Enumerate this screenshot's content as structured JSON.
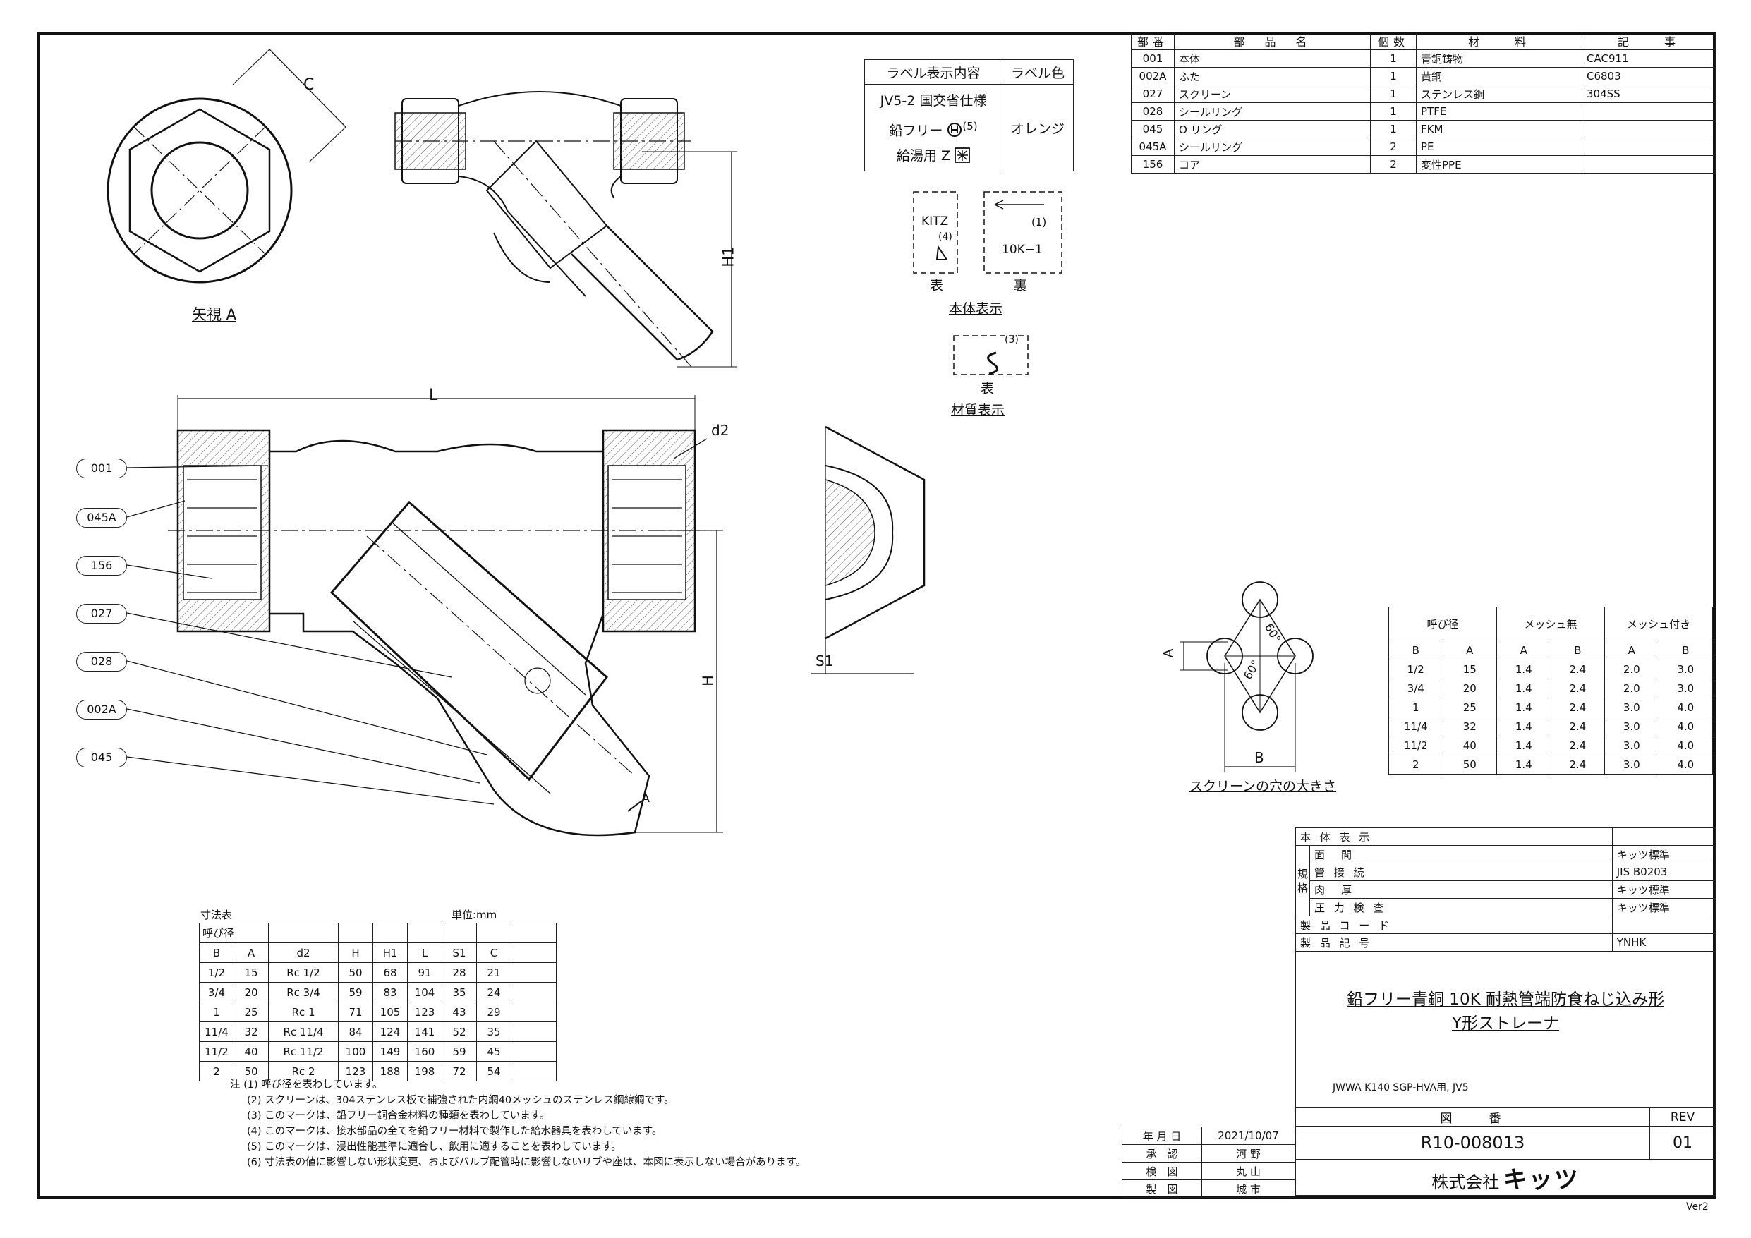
{
  "parts_table": {
    "headers": [
      "部番",
      "部　品　名",
      "個数",
      "材　　料",
      "記　　事"
    ],
    "rows": [
      [
        "001",
        "本体",
        "1",
        "青銅鋳物",
        "CAC911"
      ],
      [
        "002A",
        "ふた",
        "1",
        "黄銅",
        "C6803"
      ],
      [
        "027",
        "スクリーン",
        "1",
        "ステンレス鋼",
        "304SS"
      ],
      [
        "028",
        "シールリング",
        "1",
        "PTFE",
        ""
      ],
      [
        "045",
        "O リング",
        "1",
        "FKM",
        ""
      ],
      [
        "045A",
        "シールリング",
        "2",
        "PE",
        ""
      ],
      [
        "156",
        "コア",
        "2",
        "変性PPE",
        ""
      ]
    ]
  },
  "label_table": {
    "col1_header": "ラベル表示内容",
    "col2_header": "ラベル色",
    "line1": "JV5-2 国交省仕様",
    "line2": "鉛フリー",
    "line2_sup": "(5)",
    "line3": "給湯用 Z",
    "color": "オレンジ"
  },
  "marking": {
    "front_text": "KITZ",
    "front_sup": "(4)",
    "back_sup": "(1)",
    "back_text": "10K−1",
    "front_label": "表",
    "back_label": "裏",
    "body_caption": "本体表示",
    "material_sup": "(3)",
    "material_label": "表",
    "material_caption": "材質表示"
  },
  "view_a_caption": "矢視 A",
  "dimension_labels": {
    "C": "C",
    "H1": "H1",
    "L": "L",
    "d2": "d2",
    "H": "H",
    "S1": "S1",
    "A": "A",
    "B": "B",
    "arrow_a": "A",
    "angle1": "60°",
    "angle2": "60°"
  },
  "callouts": [
    "001",
    "045A",
    "156",
    "027",
    "028",
    "002A",
    "045"
  ],
  "screen_caption": "スクリーンの穴の大きさ",
  "mesh_table": {
    "header1": [
      "呼び径",
      "メッシュ無",
      "メッシュ付き"
    ],
    "header2": [
      "B",
      "A",
      "A",
      "B",
      "A",
      "B"
    ],
    "rows": [
      [
        "1/2",
        "15",
        "1.4",
        "2.4",
        "2.0",
        "3.0"
      ],
      [
        "3/4",
        "20",
        "1.4",
        "2.4",
        "2.0",
        "3.0"
      ],
      [
        "1",
        "25",
        "1.4",
        "2.4",
        "3.0",
        "4.0"
      ],
      [
        "11/4",
        "32",
        "1.4",
        "2.4",
        "3.0",
        "4.0"
      ],
      [
        "11/2",
        "40",
        "1.4",
        "2.4",
        "3.0",
        "4.0"
      ],
      [
        "2",
        "50",
        "1.4",
        "2.4",
        "3.0",
        "4.0"
      ]
    ]
  },
  "dim_table": {
    "title": "寸法表",
    "unit": "単位:mm",
    "nominal": "呼び径",
    "header": [
      "B",
      "A",
      "d2",
      "H",
      "H1",
      "L",
      "S1",
      "C"
    ],
    "rows": [
      [
        "1/2",
        "15",
        "Rc 1/2",
        "50",
        "68",
        "91",
        "28",
        "21"
      ],
      [
        "3/4",
        "20",
        "Rc 3/4",
        "59",
        "83",
        "104",
        "35",
        "24"
      ],
      [
        "1",
        "25",
        "Rc 1",
        "71",
        "105",
        "123",
        "43",
        "29"
      ],
      [
        "11/4",
        "32",
        "Rc 11/4",
        "84",
        "124",
        "141",
        "52",
        "35"
      ],
      [
        "11/2",
        "40",
        "Rc 11/2",
        "100",
        "149",
        "160",
        "59",
        "45"
      ],
      [
        "2",
        "50",
        "Rc 2",
        "123",
        "188",
        "198",
        "72",
        "54"
      ]
    ]
  },
  "notes": [
    "注 (1) 呼び径を表わしています。",
    "(2) スクリーンは、304ステンレス板で補強された内網40メッシュのステンレス鋼線鋼です。",
    "(3) このマークは、鉛フリー銅合金材料の種類を表わしています。",
    "(4) このマークは、接水部品の全てを鉛フリー材料で製作した給水器具を表わしています。",
    "(5) このマークは、浸出性能基準に適合し、飲用に適することを表わしています。",
    "(6) 寸法表の値に影響しない形状変更、およびバルブ配管時に影響しないリブや座は、本図に表示しない場合があります。"
  ],
  "spec_table": {
    "body_marking": "本 体 表 示",
    "group_label": "規格",
    "rows": [
      [
        "面　間",
        "キッツ標準"
      ],
      [
        "管 接 続",
        "JIS  B0203"
      ],
      [
        "肉　厚",
        "キッツ標準"
      ],
      [
        "圧 力 検 査",
        "キッツ標準"
      ]
    ],
    "product_code_label": "製 品 コ ー ド",
    "product_code": "",
    "product_symbol_label": "製 品 記 号",
    "product_symbol": "YNHK"
  },
  "title_block": {
    "title_line1": "鉛フリー青銅 10K 耐熱管端防食ねじ込み形",
    "title_line2": "Y形ストレーナ",
    "subtitle": "JWWA K140 SGP-HVA用, JV5",
    "drawing_no_label": "図　　番",
    "rev_label": "REV",
    "drawing_no": "R10-008013",
    "rev": "01",
    "company_prefix": "株式会社",
    "company_name": "キッツ"
  },
  "sign_table": [
    [
      "年 月 日",
      "2021/10/07"
    ],
    [
      "承　認",
      "河 野"
    ],
    [
      "検　図",
      "丸 山"
    ],
    [
      "製　図",
      "城 市"
    ]
  ],
  "version": "Ver2"
}
